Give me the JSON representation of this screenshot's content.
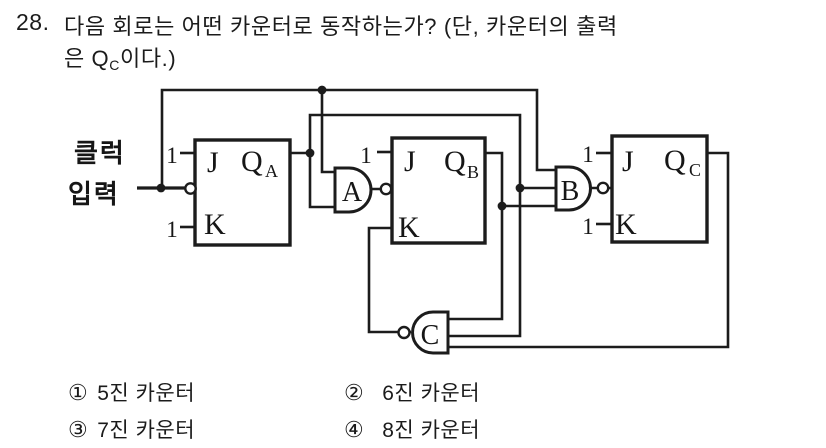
{
  "question": {
    "number": "28.",
    "line1": "다음 회로는 어떤 카운터로 동작하는가? (단, 카운터의 출력",
    "line2_pre": "은 Q",
    "line2_sub": "C",
    "line2_post": "이다.)"
  },
  "circuit": {
    "clock_label_lines": [
      "클럭",
      "입력"
    ],
    "flipflops": [
      {
        "j_label": "J",
        "k_label": "K",
        "q_label": "Q",
        "q_subscript": "A",
        "j_pin": "1",
        "k_pin": "1"
      },
      {
        "j_label": "J",
        "k_label": "K",
        "q_label": "Q",
        "q_subscript": "B",
        "j_pin": "1"
      },
      {
        "j_label": "J",
        "k_label": "K",
        "q_label": "Q",
        "q_subscript": "C",
        "j_pin": "1",
        "k_pin": "1"
      }
    ],
    "gates": [
      {
        "label": "A"
      },
      {
        "label": "B"
      },
      {
        "label": "C"
      }
    ]
  },
  "options": [
    {
      "marker": "①",
      "label": "5진 카운터"
    },
    {
      "marker": "②",
      "label": "6진 카운터"
    },
    {
      "marker": "③",
      "label": "7진 카운터"
    },
    {
      "marker": "④",
      "label": "8진 카운터"
    }
  ],
  "colors": {
    "ink": "#1c1c1c",
    "paper": "#ffffff"
  }
}
